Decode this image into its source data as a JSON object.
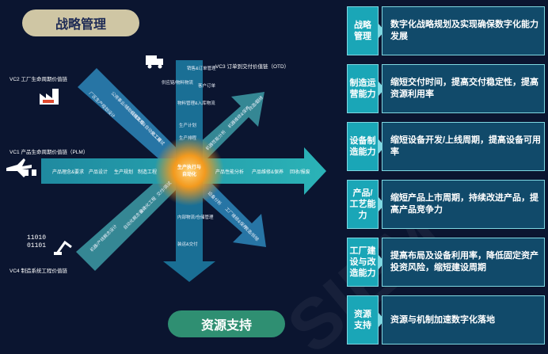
{
  "pills": {
    "top": "战略管理",
    "bottom": "资源支持"
  },
  "vc_labels": {
    "vc1": "VC1 产品生命周期价值链（PLM）",
    "vc2": "VC2 工厂生命周期价值链",
    "vc3": "VC3 订单到交付价值链（OTD）",
    "vc4": "VC4 制造系统工程价值链",
    "code": "11010\n01101"
  },
  "center": {
    "label_1": "生产执行与",
    "label_2": "自动化"
  },
  "horizontal_stages": {
    "left": [
      "产品理念&要求",
      "产品设计",
      "生产规划",
      "制造工程"
    ],
    "right": [
      "产品性能分析",
      "产品维修&保养",
      "回收/报废"
    ]
  },
  "vertical_stages": {
    "top": [
      "销售&订单管理",
      "客户订单",
      "供应链/物料物流",
      "物料管理&入库物流",
      "生产计划",
      "生产排程"
    ],
    "bottom": [
      "内部物流/仓储管理",
      "装运&交付"
    ]
  },
  "diag_vc2": [
    "厂区生产规划设计",
    "公用事业/辅助设施工程",
    "机械集成&自动化工程",
    "施工调试"
  ],
  "diag_vc2_right": [
    "设备分析",
    "工厂维修&保养",
    "改造/拆除"
  ],
  "diag_vc4": [
    "机器/产线概念设计",
    "自动化概念设计",
    "自动化工程",
    "交付/调试"
  ],
  "diag_vc4_right": [
    "机器性能分析",
    "机器维修&保养",
    "改造/翻修"
  ],
  "capabilities": [
    {
      "tag": "战略\n管理",
      "desc": "数字化战略规划及实现确保数字化能力发展"
    },
    {
      "tag": "制造运\n营能力",
      "desc": "缩短交付时间，提高交付稳定性，提高资源利用率"
    },
    {
      "tag": "设备制\n造能力",
      "desc": "缩短设备开发/上线周期，提高设备可用率"
    },
    {
      "tag": "产品/\n工艺能\n力",
      "desc": "缩短产品上市周期，持续改进产品，提高产品竞争力"
    },
    {
      "tag": "工厂建\n设与改\n造能力",
      "desc": "提高布局及设备利用率，降低固定资产投资风险，缩短建设周期"
    },
    {
      "tag": "资源\n支持",
      "desc": "资源与机制加速数字化落地"
    }
  ],
  "colors": {
    "teal": "#1aa6b7",
    "navy": "#114a6a",
    "orange": "#f39a1e",
    "bg": "#0b1530"
  }
}
